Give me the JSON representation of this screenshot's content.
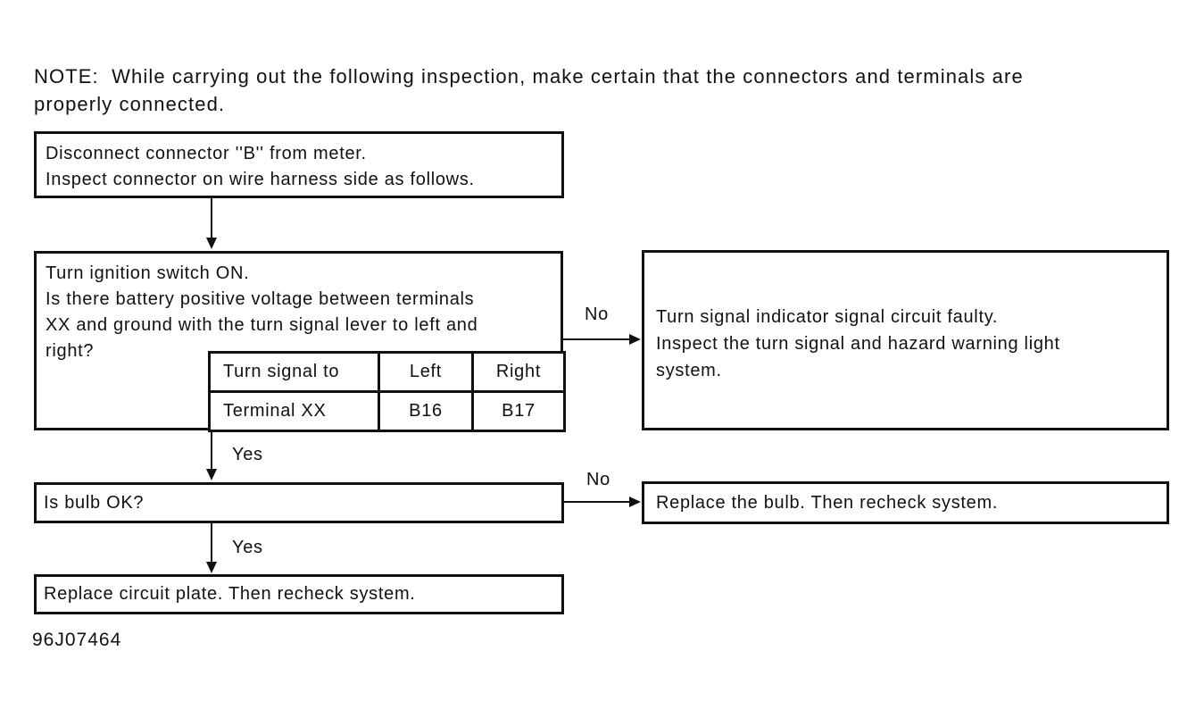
{
  "note": {
    "lines": [
      "NOTE:  While carrying out the following inspection, make certain that the connectors and terminals are",
      "properly connected."
    ]
  },
  "flowchart": {
    "step1": {
      "lines": [
        "Disconnect connector ''B'' from meter.",
        "Inspect connector on wire harness side as follows."
      ]
    },
    "step2": {
      "lines": [
        "Turn ignition switch ON.",
        "Is there battery positive voltage between terminals",
        "XX and ground with the turn signal lever to left and",
        "right?"
      ],
      "table": {
        "header": [
          "Turn signal to",
          "Left",
          "Right"
        ],
        "row": [
          "Terminal XX",
          "B16",
          "B17"
        ]
      }
    },
    "branch_no1": {
      "label": "No",
      "lines": [
        "Turn signal indicator signal circuit faulty.",
        "Inspect the turn signal and hazard warning light",
        "system."
      ]
    },
    "branch_yes1": {
      "label": "Yes"
    },
    "step3": {
      "text": "Is bulb OK?"
    },
    "branch_no2": {
      "label": "No",
      "text": "Replace the bulb. Then recheck system."
    },
    "branch_yes2": {
      "label": "Yes"
    },
    "step4": {
      "text": "Replace circuit plate. Then recheck system."
    },
    "figure_code": "96J07464"
  },
  "colors": {
    "ink": "#111111",
    "background": "#ffffff"
  }
}
